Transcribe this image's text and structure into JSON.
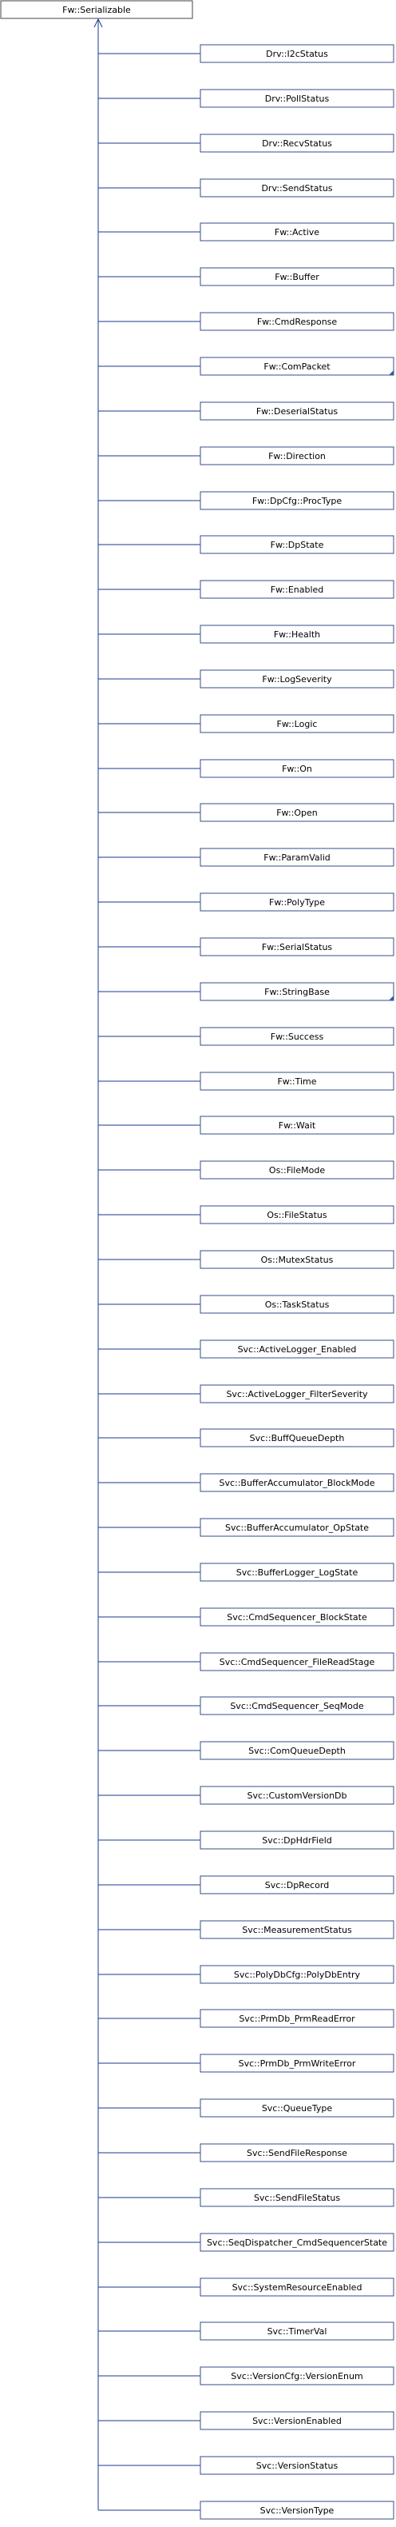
{
  "root": {
    "label": "Fw::Serializable"
  },
  "colors": {
    "edge": "#1a3a8f",
    "box_border": "#354c87",
    "box_fill": "#ffffff"
  },
  "children": [
    {
      "label": "Drv::I2cStatus"
    },
    {
      "label": "Drv::PollStatus"
    },
    {
      "label": "Drv::RecvStatus"
    },
    {
      "label": "Drv::SendStatus"
    },
    {
      "label": "Fw::Active"
    },
    {
      "label": "Fw::Buffer"
    },
    {
      "label": "Fw::CmdResponse"
    },
    {
      "label": "Fw::ComPacket",
      "has_children": true
    },
    {
      "label": "Fw::DeserialStatus"
    },
    {
      "label": "Fw::Direction"
    },
    {
      "label": "Fw::DpCfg::ProcType"
    },
    {
      "label": "Fw::DpState"
    },
    {
      "label": "Fw::Enabled"
    },
    {
      "label": "Fw::Health"
    },
    {
      "label": "Fw::LogSeverity"
    },
    {
      "label": "Fw::Logic"
    },
    {
      "label": "Fw::On"
    },
    {
      "label": "Fw::Open"
    },
    {
      "label": "Fw::ParamValid"
    },
    {
      "label": "Fw::PolyType"
    },
    {
      "label": "Fw::SerialStatus"
    },
    {
      "label": "Fw::StringBase",
      "has_children": true
    },
    {
      "label": "Fw::Success"
    },
    {
      "label": "Fw::Time"
    },
    {
      "label": "Fw::Wait"
    },
    {
      "label": "Os::FileMode"
    },
    {
      "label": "Os::FileStatus"
    },
    {
      "label": "Os::MutexStatus"
    },
    {
      "label": "Os::TaskStatus"
    },
    {
      "label": "Svc::ActiveLogger_Enabled"
    },
    {
      "label": "Svc::ActiveLogger_FilterSeverity"
    },
    {
      "label": "Svc::BuffQueueDepth"
    },
    {
      "label": "Svc::BufferAccumulator_BlockMode"
    },
    {
      "label": "Svc::BufferAccumulator_OpState"
    },
    {
      "label": "Svc::BufferLogger_LogState"
    },
    {
      "label": "Svc::CmdSequencer_BlockState"
    },
    {
      "label": "Svc::CmdSequencer_FileReadStage"
    },
    {
      "label": "Svc::CmdSequencer_SeqMode"
    },
    {
      "label": "Svc::ComQueueDepth"
    },
    {
      "label": "Svc::CustomVersionDb"
    },
    {
      "label": "Svc::DpHdrField"
    },
    {
      "label": "Svc::DpRecord"
    },
    {
      "label": "Svc::MeasurementStatus"
    },
    {
      "label": "Svc::PolyDbCfg::PolyDbEntry"
    },
    {
      "label": "Svc::PrmDb_PrmReadError"
    },
    {
      "label": "Svc::PrmDb_PrmWriteError"
    },
    {
      "label": "Svc::QueueType"
    },
    {
      "label": "Svc::SendFileResponse"
    },
    {
      "label": "Svc::SendFileStatus"
    },
    {
      "label": "Svc::SeqDispatcher_CmdSequencerState"
    },
    {
      "label": "Svc::SystemResourceEnabled"
    },
    {
      "label": "Svc::TimerVal"
    },
    {
      "label": "Svc::VersionCfg::VersionEnum"
    },
    {
      "label": "Svc::VersionEnabled"
    },
    {
      "label": "Svc::VersionStatus"
    },
    {
      "label": "Svc::VersionType"
    }
  ]
}
